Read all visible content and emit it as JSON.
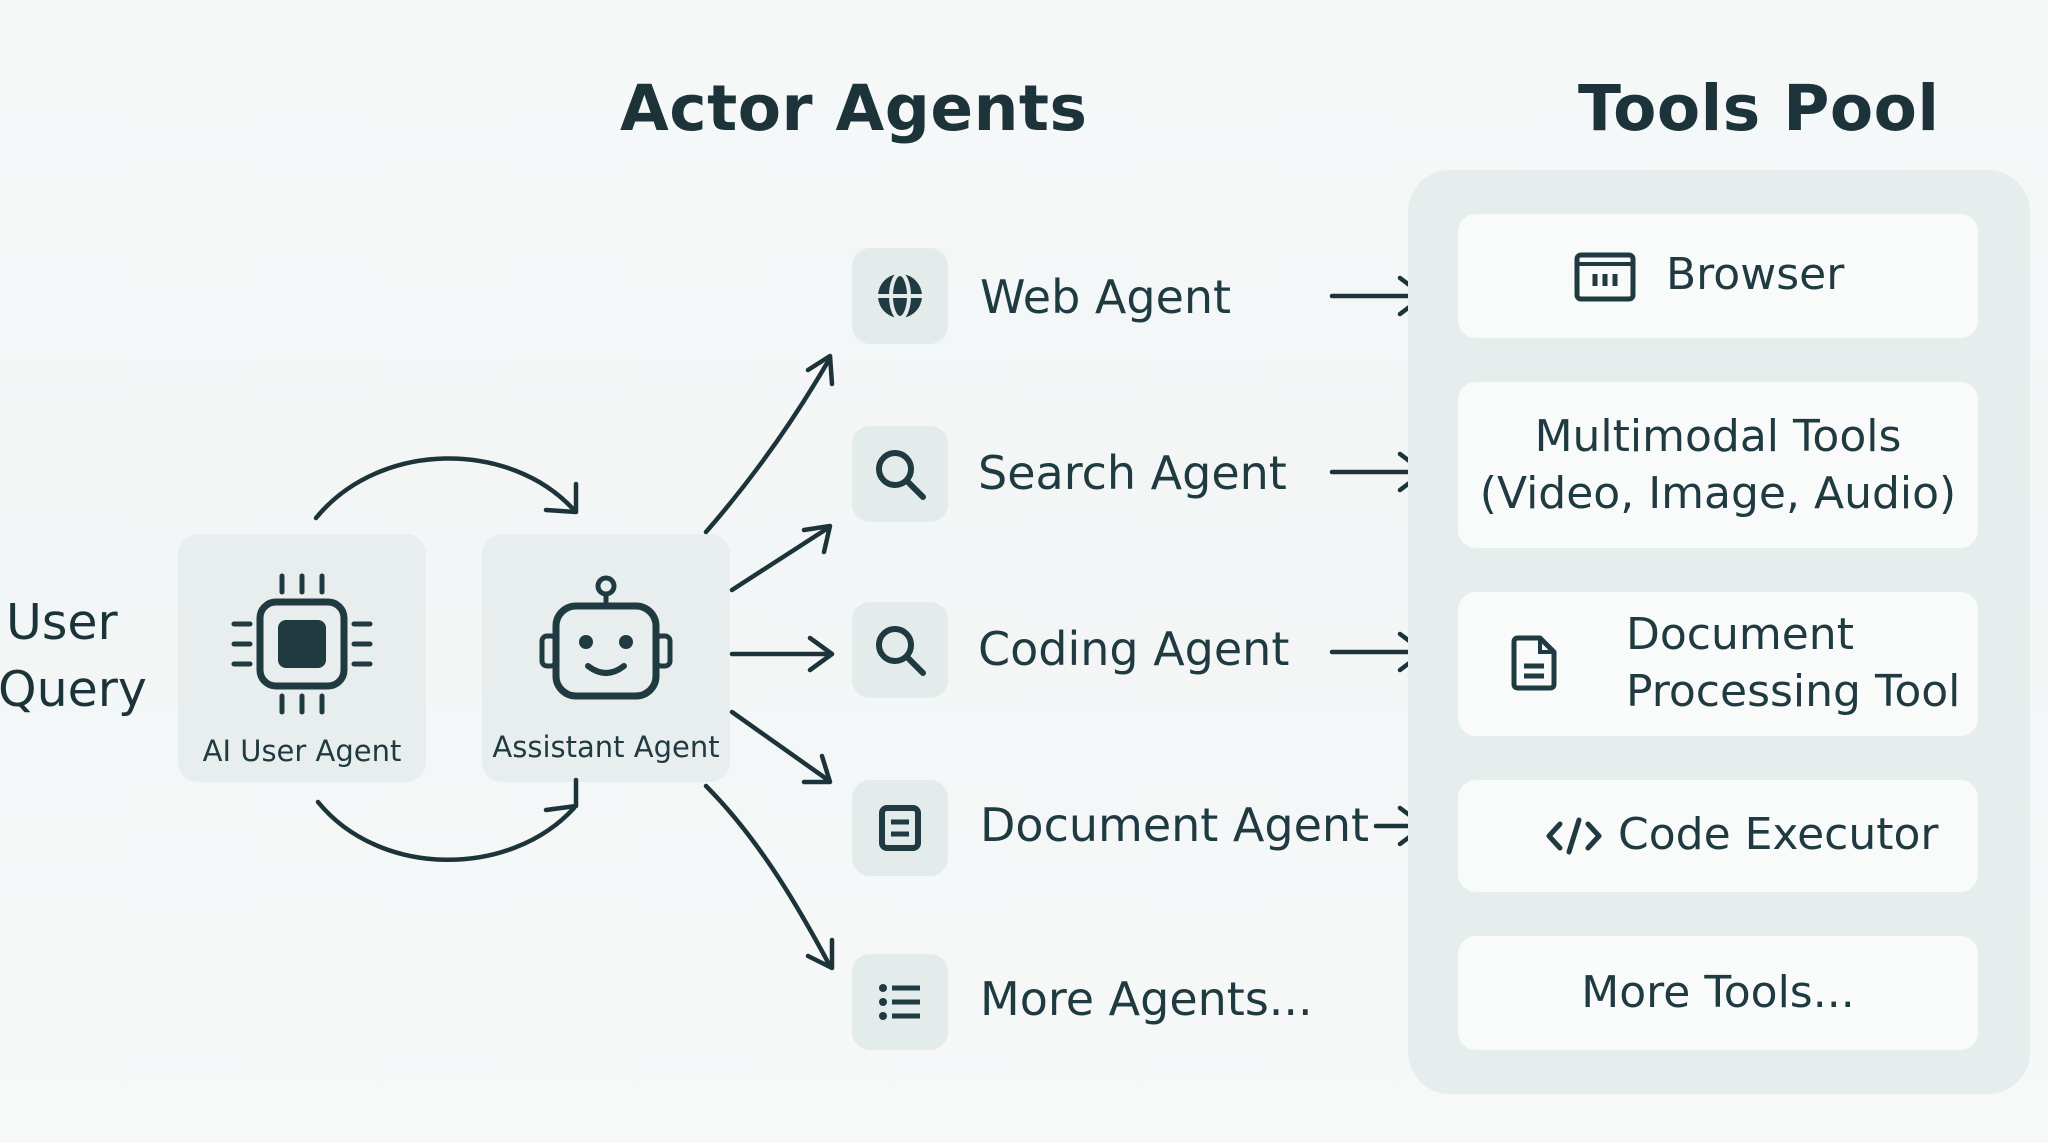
{
  "headings": {
    "actor_agents": "Actor Agents",
    "tools_pool": "Tools Pool"
  },
  "user_query": {
    "line1": "User",
    "line2": "Query"
  },
  "roles": [
    {
      "label": "AI User Agent",
      "icon": "chip-icon"
    },
    {
      "label": "Assistant Agent",
      "icon": "robot-icon"
    }
  ],
  "agents": [
    {
      "label": "Web Agent",
      "icon": "globe-icon"
    },
    {
      "label": "Search Agent",
      "icon": "magnifier-icon"
    },
    {
      "label": "Coding Agent",
      "icon": "magnifier-icon"
    },
    {
      "label": "Document Agent",
      "icon": "document-icon"
    },
    {
      "label": "More Agents...",
      "icon": "list-icon"
    }
  ],
  "tools": [
    {
      "line1": "Browser",
      "icon": "browser-icon"
    },
    {
      "line1": "Multimodal Tools",
      "line2": "(Video, Image, Audio)"
    },
    {
      "line1": "Document",
      "line2": "Processing Tool",
      "icon": "file-icon"
    },
    {
      "line1": "Code Executor",
      "icon": "code-icon"
    },
    {
      "line1": "More Tools..."
    }
  ],
  "colors": {
    "ink": "#1f3a40",
    "card": "#e8eeee",
    "pool": "#e6eded",
    "tool": "#f9fbfb"
  }
}
